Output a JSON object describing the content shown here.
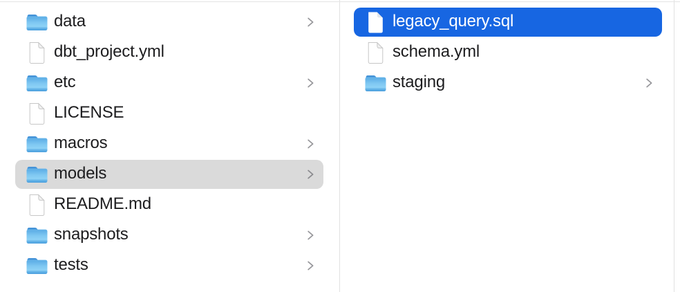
{
  "colors": {
    "selection_blue": "#1766e2",
    "selection_gray": "#dadada",
    "folder_blue": "#5fb2e9",
    "divider": "#e1e1e1",
    "label_text": "#1d1d1f",
    "selected_label_text": "#ffffff"
  },
  "columns": [
    {
      "items": [
        {
          "label": "data",
          "type": "folder",
          "has_chevron": true,
          "selected": false
        },
        {
          "label": "dbt_project.yml",
          "type": "file",
          "has_chevron": false,
          "selected": false
        },
        {
          "label": "etc",
          "type": "folder",
          "has_chevron": true,
          "selected": false
        },
        {
          "label": "LICENSE",
          "type": "file",
          "has_chevron": false,
          "selected": false
        },
        {
          "label": "macros",
          "type": "folder",
          "has_chevron": true,
          "selected": false
        },
        {
          "label": "models",
          "type": "folder",
          "has_chevron": true,
          "selected": "gray-highlight"
        },
        {
          "label": "README.md",
          "type": "file",
          "has_chevron": false,
          "selected": false
        },
        {
          "label": "snapshots",
          "type": "folder",
          "has_chevron": true,
          "selected": false
        },
        {
          "label": "tests",
          "type": "folder",
          "has_chevron": true,
          "selected": false
        }
      ]
    },
    {
      "items": [
        {
          "label": "legacy_query.sql",
          "type": "file",
          "has_chevron": false,
          "selected": "blue-highlight"
        },
        {
          "label": "schema.yml",
          "type": "file",
          "has_chevron": false,
          "selected": false
        },
        {
          "label": "staging",
          "type": "folder",
          "has_chevron": true,
          "selected": false
        }
      ]
    }
  ]
}
